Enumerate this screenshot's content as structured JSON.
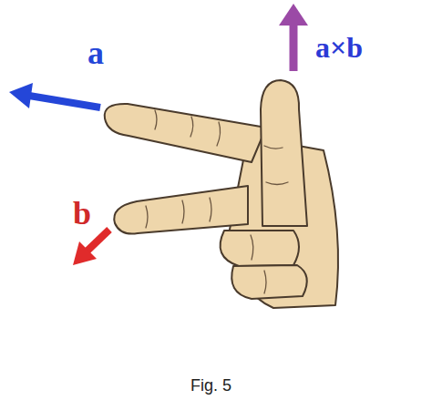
{
  "diagram": {
    "caption": "Fig. 5",
    "labels": [
      "a×b",
      "a",
      "b"
    ]
  }
}
